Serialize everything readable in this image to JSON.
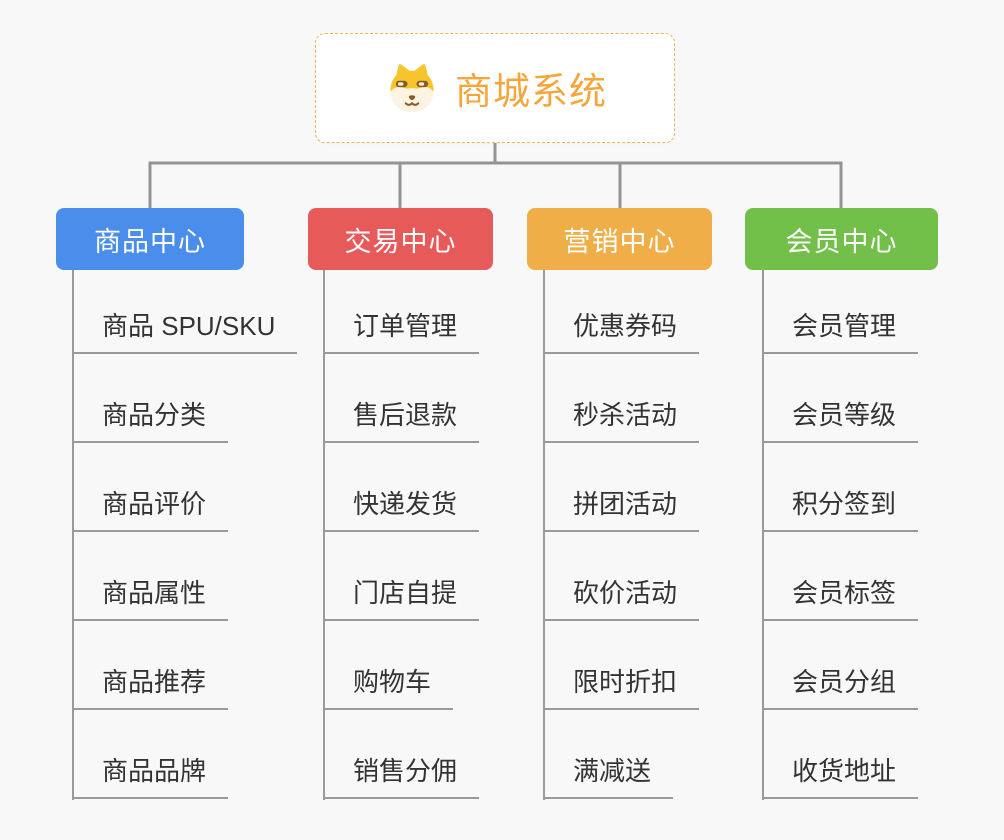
{
  "root": {
    "title": "商城系统",
    "icon": "shiba-dog-icon",
    "title_color": "#f5a63b",
    "border_color": "#f3b35c"
  },
  "branches": [
    {
      "label": "商品中心",
      "color": "#4a8deb",
      "items": [
        "商品 SPU/SKU",
        "商品分类",
        "商品评价",
        "商品属性",
        "商品推荐",
        "商品品牌"
      ]
    },
    {
      "label": "交易中心",
      "color": "#e65a5a",
      "items": [
        "订单管理",
        "售后退款",
        "快递发货",
        "门店自提",
        "购物车",
        "销售分佣"
      ]
    },
    {
      "label": "营销中心",
      "color": "#efae47",
      "items": [
        "优惠券码",
        "秒杀活动",
        "拼团活动",
        "砍价活动",
        "限时折扣",
        "满减送"
      ]
    },
    {
      "label": "会员中心",
      "color": "#72bf49",
      "items": [
        "会员管理",
        "会员等级",
        "积分签到",
        "会员标签",
        "会员分组",
        "收货地址"
      ]
    }
  ],
  "colors": {
    "background": "#f8f8f8",
    "connector_line": "#949494",
    "leaf_underline": "#999999",
    "leaf_text": "#333333",
    "node_text": "#ffffff"
  }
}
